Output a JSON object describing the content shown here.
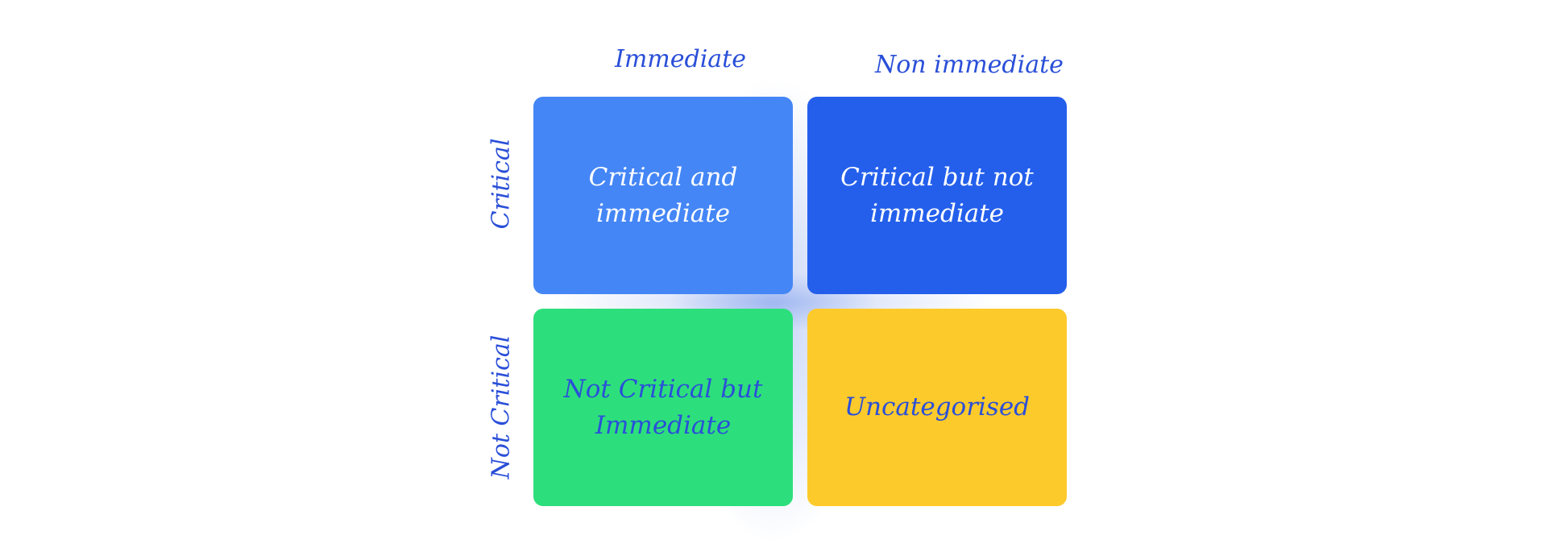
{
  "columns": {
    "immediate": "Immediate",
    "non_immediate": "Non immediate"
  },
  "rows": {
    "critical": "Critical",
    "not_critical": "Not Critical"
  },
  "quadrants": {
    "critical_immediate": "Critical and immediate",
    "critical_not_immediate": "Critical but not immediate",
    "not_critical_immediate": "Not Critical but Immediate",
    "uncategorised": "Uncategorised"
  },
  "colors": {
    "label_text": "#2a4fd8",
    "critical_immediate": "#4486f6",
    "critical_not_immediate": "#245fec",
    "not_critical_immediate": "#2ddf7c",
    "uncategorised": "#fcca2b"
  }
}
